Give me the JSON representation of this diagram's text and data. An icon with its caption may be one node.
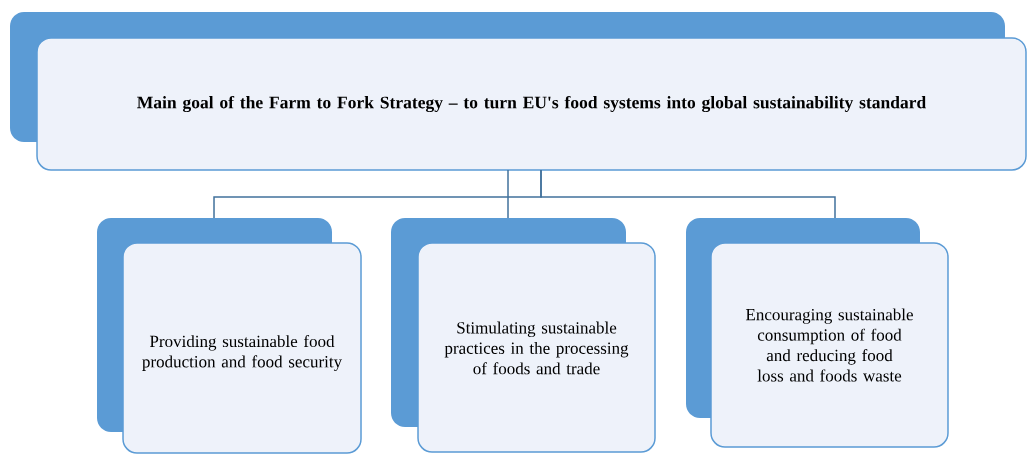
{
  "diagram": {
    "nodes": [
      {
        "text": [
          "Main goal of the Farm to Fork Strategy – to turn EU's food systems into global sustainability standard"
        ]
      },
      {
        "text": [
          "Providing sustainable food production and food security"
        ]
      },
      {
        "text": [
          "Stimulating sustainable practices in the processing of foods and trade"
        ]
      },
      {
        "text": [
          "Encouraging sustainable consumption of food and reducing food loss and foods waste"
        ]
      }
    ],
    "edges": [
      {
        "from": 0,
        "to": 1,
        "arrow": "none"
      },
      {
        "from": 0,
        "to": 2,
        "arrow": "none"
      },
      {
        "from": 0,
        "to": 3,
        "arrow": "none"
      }
    ]
  }
}
